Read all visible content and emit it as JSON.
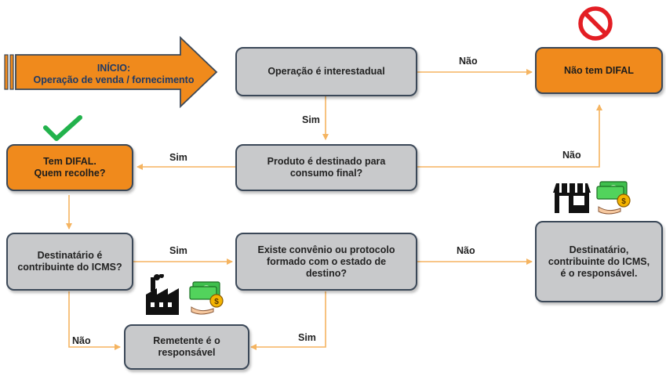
{
  "start": {
    "title": "INÍCIO:",
    "subtitle": "Operação de venda / fornecimento"
  },
  "nodes": {
    "interstate": "Operação é interestadual",
    "no_difal": "Não tem DIFAL",
    "final_consumer": "Produto é destinado para\nconsumo final?",
    "has_difal": "Tem DIFAL.\nQuem recolhe?",
    "recipient_taxpayer": "Destinatário é\ncontribuinte do ICMS?",
    "agreement": "Existe convênio ou protocolo\nformado com o estado de\ndestino?",
    "recipient_responsible": "Destinatário,\ncontribuinte do ICMS,\né o responsável.",
    "sender_responsible": "Remetente é o\nresponsável"
  },
  "edges": {
    "interstate_to_no_difal": "Não",
    "interstate_to_final": "Sim",
    "final_to_has_difal": "Sim",
    "final_to_no_difal": "Não",
    "taxpayer_to_agreement": "Sim",
    "agreement_to_recipient": "Não",
    "taxpayer_to_sender": "Não",
    "agreement_to_sender": "Sim"
  },
  "colors": {
    "orange": "#f08a1c",
    "grey": "#c8c9cb",
    "border": "#3b4858",
    "arrow": "#f5b460",
    "check": "#22b24c",
    "forbidden": "#e31e24"
  }
}
